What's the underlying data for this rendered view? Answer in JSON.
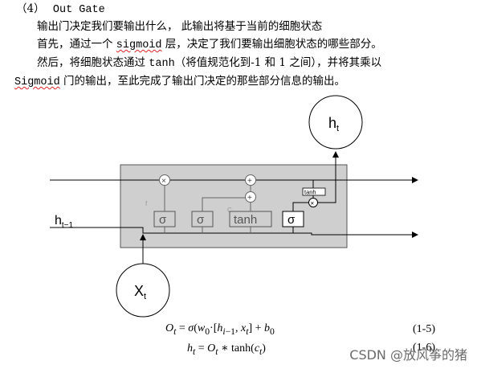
{
  "text": {
    "heading_num": "（4）",
    "heading_title": "Out Gate",
    "line1": "输出门决定我们要输出什么，  此输出将基于当前的细胞状态",
    "line2_pre": "首先，通过一个 ",
    "line2_code": "sigmoid",
    "line2_post": " 层，决定了我们要输出细胞状态的哪些部分。",
    "line3_pre": "然后，将细胞状态通过 ",
    "line3_code": "tanh",
    "line3_post": "（将值规范化到-1 和 1 之间），并将其乘以",
    "line4_code": "Sigmoid",
    "line4_post": " 门的输出，至此完成了输出门决定的那些部分信息的输出。"
  },
  "diagram": {
    "output_label": "h",
    "output_sub": "t",
    "input_label": "h",
    "input_sub": "t−1",
    "x_label": "X",
    "x_sub": "t",
    "gate_sigma1": "σ",
    "gate_sigma2": "σ",
    "gate_tanh_box": "tanh",
    "gate_sigma_out": "σ",
    "tanh_small": "tanh",
    "op_mult": "×",
    "op_plus": "+",
    "faint_label_1": "f",
    "faint_label_2": "C"
  },
  "equations": {
    "eq1_number": "(1-5)",
    "eq2_number": "(1-6)"
  },
  "watermark": "CSDN @放风筝的猪"
}
